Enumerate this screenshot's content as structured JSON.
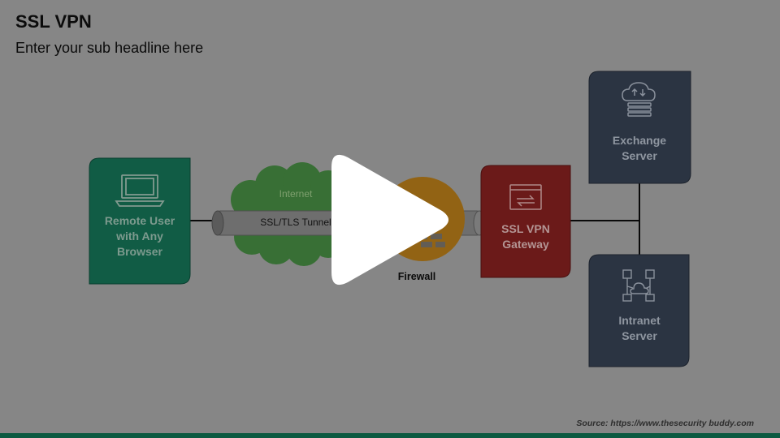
{
  "slide": {
    "title": "SSL VPN",
    "subtitle": "Enter your sub headline here",
    "source": "Source: https://www.thesecurity buddy.com"
  },
  "diagram": {
    "remote_user_lines": [
      "Remote User",
      "with Any",
      "Browser"
    ],
    "internet_label": "Internet",
    "tunnel_label": "SSL/TLS Tunnel",
    "firewall_label": "Firewall",
    "gateway_lines": [
      "SSL VPN",
      "Gateway"
    ],
    "exchange_lines": [
      "Exchange",
      "Server"
    ],
    "intranet_lines": [
      "Intranet",
      "Server"
    ]
  },
  "icons": [
    "laptop-icon",
    "cloud-server-icon",
    "gateway-icon",
    "network-icon",
    "firewall-icon",
    "play-icon"
  ],
  "colors": {
    "background": "#868686",
    "remote_user": "#115c45",
    "gateway": "#6b1a19",
    "server": "#2b3442",
    "cloud": "#386f35",
    "firewall": "#926314",
    "accent_bar": "#0c5a41"
  }
}
